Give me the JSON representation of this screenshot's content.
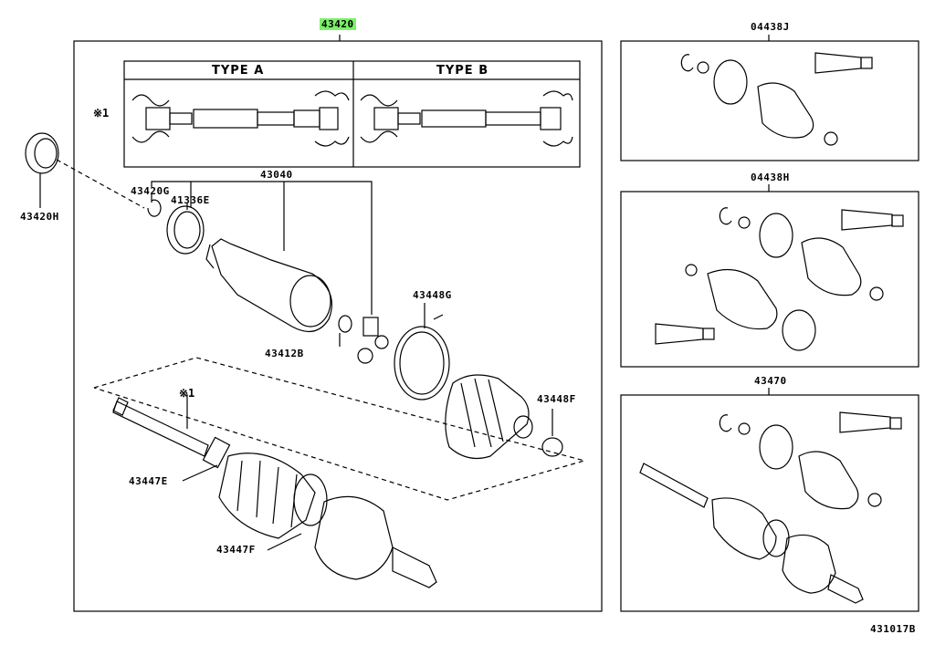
{
  "main": {
    "assembly_number": "43420",
    "highlight_color": "#7cf06a"
  },
  "type_panel": {
    "type_a": "TYPE A",
    "type_b": "TYPE B",
    "marker": "※1"
  },
  "labels": {
    "seal": "43420H",
    "snap_ring": "43420G",
    "dust_deflector": "41336E",
    "inboard_joint": "43040",
    "snap_ring_2": "43412B",
    "boot_clamp_large": "43448G",
    "boot_clamp_small": "43448F",
    "shaft_marker": "※1",
    "boot_clamp_e": "43447E",
    "boot_clamp_f": "43447F"
  },
  "kits": [
    {
      "part": "04438J"
    },
    {
      "part": "04438H"
    },
    {
      "part": "43470"
    }
  ],
  "figure_id": "431017B"
}
